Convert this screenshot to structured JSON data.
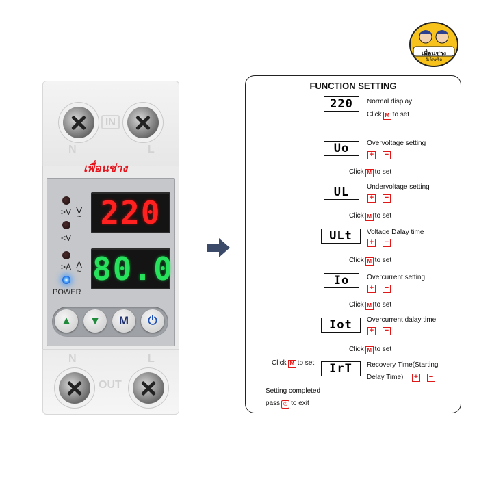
{
  "logo": {
    "title": "เพื่อนช่าง",
    "subtitle": "อิเล็คทริค"
  },
  "device": {
    "brand": "เพื่อนช่าง",
    "top_labels": {
      "left": "N",
      "center": "IN",
      "right": "L"
    },
    "bottom_labels": {
      "left": "N",
      "center": "OUT",
      "right": "L"
    },
    "led_labels": {
      "over_voltage": ">V",
      "under_voltage": "<V",
      "over_current": ">A"
    },
    "voltage_unit": "V",
    "current_unit": "A",
    "tilde": "~",
    "voltage_display": "220",
    "current_display": "80.0",
    "power_label": "POWER",
    "buttons": {
      "up": "▲",
      "down": "▼",
      "mode": "M",
      "power": "⏻"
    },
    "colors": {
      "voltage": "#ff2020",
      "current": "#27e05c",
      "power_led": "#3b8cff",
      "brand": "#e8121b"
    }
  },
  "function_setting": {
    "title": "FUNCTION SETTING",
    "click": "Click",
    "m": "M",
    "to_set": "to set",
    "plus": "+",
    "minus": "−",
    "steps": [
      {
        "code": "220",
        "label": "Normal display"
      },
      {
        "code": "Uo",
        "label": "Overvoltage setting"
      },
      {
        "code": "UL",
        "label": "Undervoltage  setting"
      },
      {
        "code": "ULt",
        "label": "Voltage Dalay time"
      },
      {
        "code": "Io",
        "label": "Overcurrent  setting"
      },
      {
        "code": "Iot",
        "label": "Overcurrent dalay time"
      },
      {
        "code": "IrT",
        "label": "Recovery Time(Starting",
        "label2": "Delay Time)"
      }
    ],
    "setting_completed": "Setting  completed",
    "pass": "pass",
    "power_symbol": "⏻",
    "to_exit": "to exit"
  }
}
